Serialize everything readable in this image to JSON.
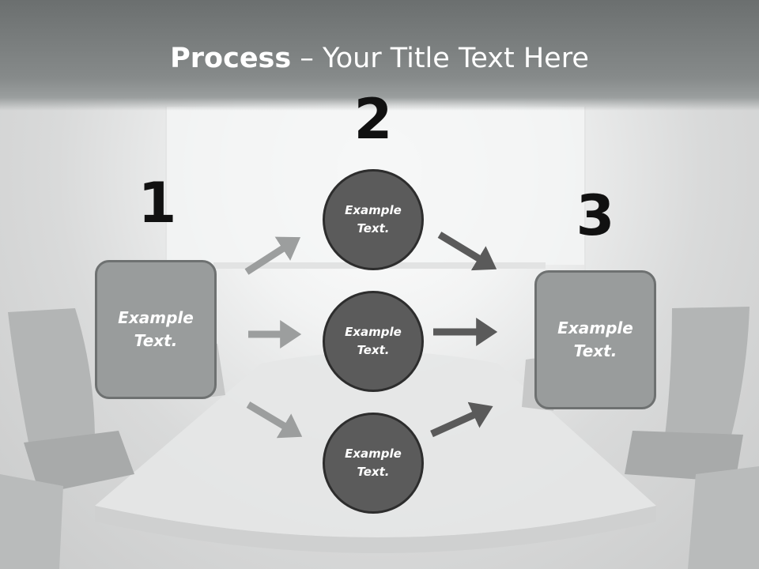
{
  "title": {
    "bold": "Process",
    "rest": " – Your Title Text Here"
  },
  "steps": [
    {
      "number": "1",
      "label": "Example Text."
    },
    {
      "number": "2",
      "items": [
        "Example Text.",
        "Example Text.",
        "Example Text."
      ]
    },
    {
      "number": "3",
      "label": "Example Text."
    }
  ],
  "colors": {
    "box_fill": "#999c9c",
    "circle_fill": "#5b5b5b",
    "arrow_light": "#9c9e9e",
    "arrow_dark": "#5a5a5a"
  }
}
